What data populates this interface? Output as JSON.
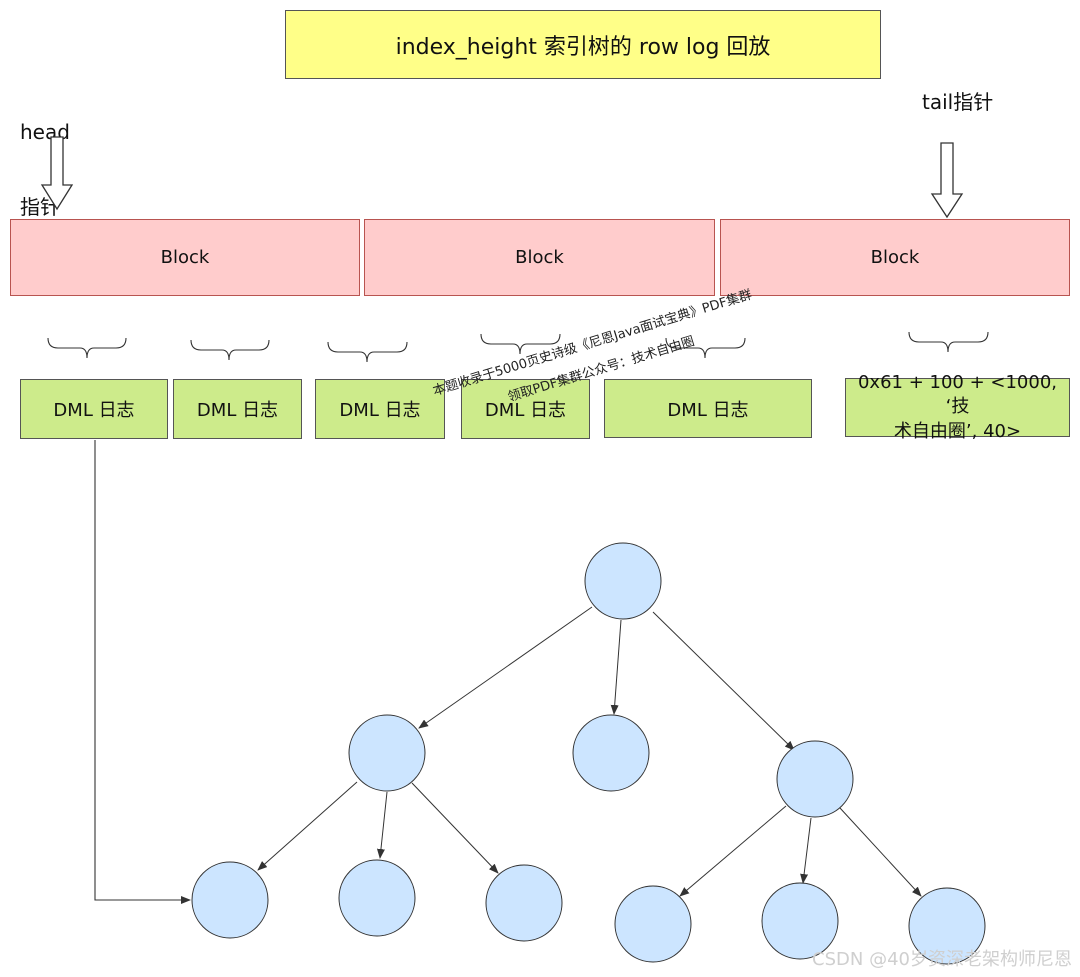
{
  "title": "index_height  索引树的 row  log 回放",
  "head_pointer": {
    "line1": "head",
    "line2": "指针"
  },
  "tail_pointer": "tail指针",
  "blocks": [
    "Block",
    "Block",
    "Block"
  ],
  "dml_logs": [
    "DML 日志",
    "DML 日志",
    "DML 日志",
    "DML 日志",
    "DML 日志"
  ],
  "special_log": {
    "line1": "0x61 + 100 + <1000, ‘技",
    "line2": "术自由圈’, 40>"
  },
  "watermark": {
    "line1": "本题收录于5000页史诗级《尼恩Java面试宝典》PDF集群",
    "line2": "领取PDF集群公众号：技术自由圈"
  },
  "footer_credit": "CSDN @40岁资深老架构师尼恩",
  "colors": {
    "title_fill": "#ffff88",
    "block_fill": "#ffcccc",
    "block_border": "#b85450",
    "log_fill": "#cdeb8b",
    "node_fill": "#cce5ff",
    "node_border": "#333333"
  }
}
